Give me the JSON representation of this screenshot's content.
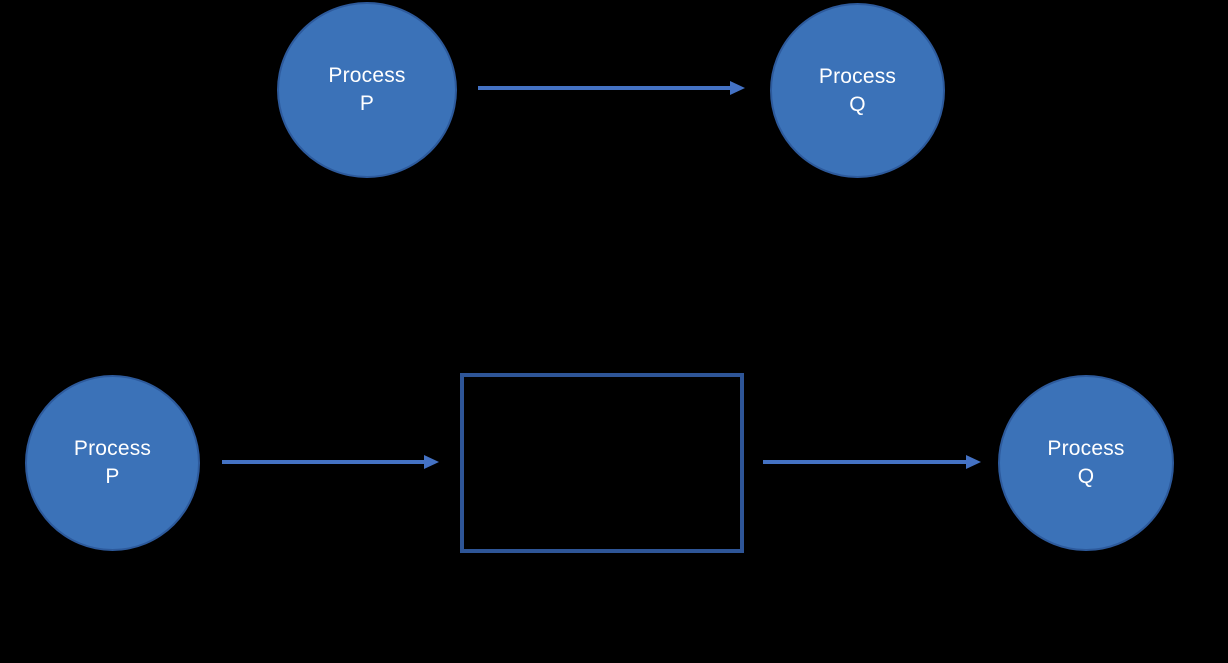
{
  "background": "#000000",
  "colors": {
    "background": "#000000",
    "node_fill": "#3B72B8",
    "node_border": "#2D5A9C",
    "arrow": "#4472C4",
    "box_border": "#2E5597",
    "box_fill": "#000000",
    "label_text": "#FFFFFF"
  },
  "top_row": {
    "process_p_label": "Process\nP",
    "process_q_label": "Process\nQ"
  },
  "bottom_row": {
    "process_p_label": "Process\nP",
    "process_q_label": "Process\nQ"
  }
}
